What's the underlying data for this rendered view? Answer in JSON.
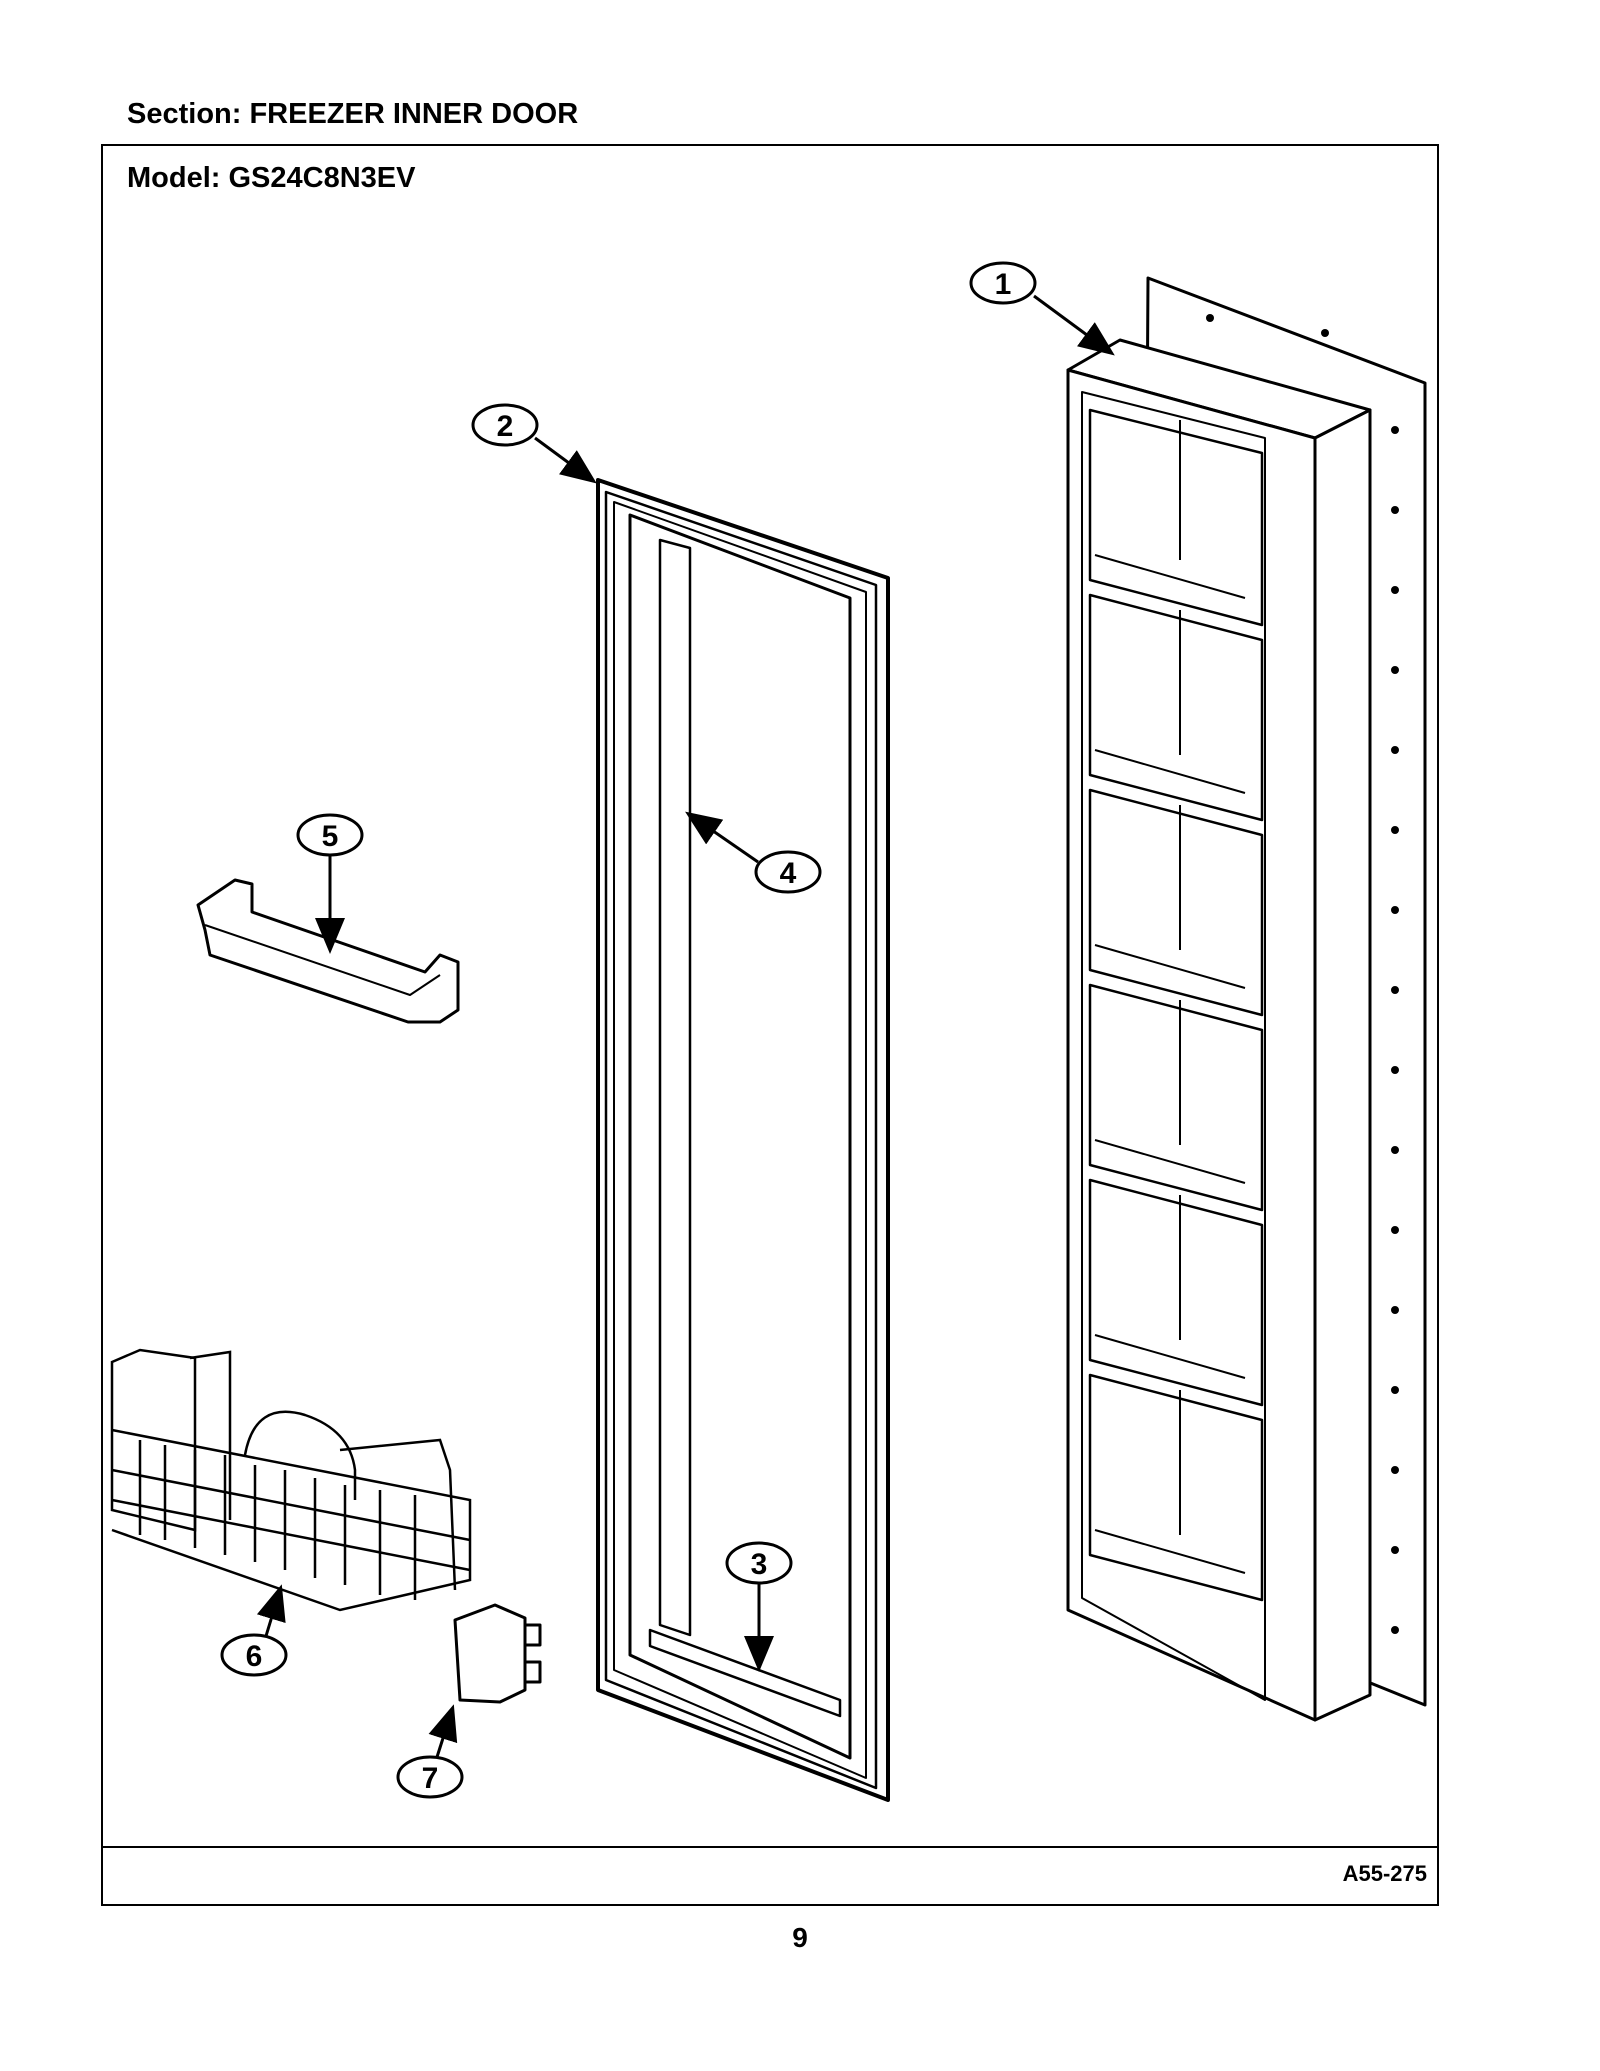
{
  "header": {
    "section": "Section:  FREEZER INNER DOOR"
  },
  "frame": {
    "model": "Model:  GS24C8N3EV",
    "figure_code": "A55-275"
  },
  "footer": {
    "page_number": "9"
  },
  "callouts": [
    {
      "number": "1",
      "part": "inner-door-liner"
    },
    {
      "number": "2",
      "part": "door-gasket"
    },
    {
      "number": "3",
      "part": "bottom-trim-strip"
    },
    {
      "number": "4",
      "part": "side-trim-strip"
    },
    {
      "number": "5",
      "part": "door-shelf-bin"
    },
    {
      "number": "6",
      "part": "wire-basket"
    },
    {
      "number": "7",
      "part": "basket-bracket"
    }
  ]
}
